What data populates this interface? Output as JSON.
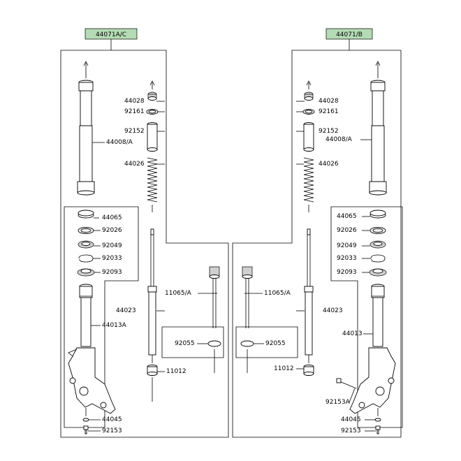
{
  "diagram": {
    "group_left": "44071A/C",
    "group_right": "44071/B",
    "group_tag_color": "#b4dcb4",
    "left_labels": [
      "44028",
      "92161",
      "92152",
      "44008/A",
      "44026",
      "44065",
      "92026",
      "92049",
      "92033",
      "92093",
      "44023",
      "44013A",
      "44045",
      "92153"
    ],
    "center_labels": [
      "11065/A",
      "92055",
      "11012",
      "11065/A",
      "92055",
      "11012"
    ],
    "right_labels": [
      "44028",
      "92161",
      "92152",
      "44008/A",
      "44026",
      "44065",
      "92026",
      "92049",
      "92033",
      "92093",
      "44023",
      "44013",
      "92153A",
      "44045",
      "92153"
    ]
  }
}
